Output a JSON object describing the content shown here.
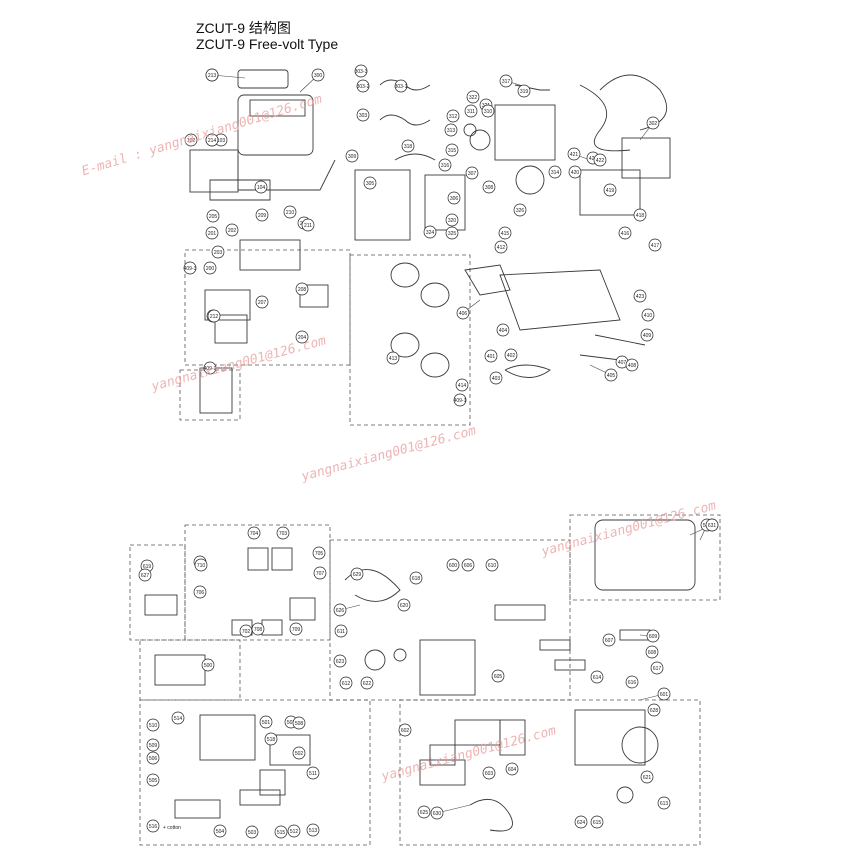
{
  "title": {
    "line1": "ZCUT-9 结构图",
    "line2": "ZCUT-9 Free-volt Type"
  },
  "watermarks": [
    "E-mail : yangnaixiang001@126.com",
    "yangnaixiang001@126.com",
    "yangnaixiang001@126.com",
    "yangnaixiang001@126.com",
    "yangnaixiang001@126.com"
  ],
  "colors": {
    "line": "#3a3a3a",
    "callout": "#222222",
    "watermark": "#e89b9b",
    "paper": "#ffffff"
  },
  "upper_callouts": [
    "100",
    "101",
    "102",
    "103",
    "104",
    "300",
    "303-3",
    "303-2",
    "303-1",
    "303",
    "317",
    "319",
    "322",
    "321",
    "311",
    "310",
    "312",
    "313",
    "315",
    "316",
    "318",
    "309",
    "305",
    "306",
    "308",
    "307",
    "320",
    "324",
    "325",
    "326",
    "314",
    "302",
    "421",
    "424",
    "420",
    "422",
    "419",
    "418",
    "423",
    "417",
    "416",
    "415",
    "412",
    "406",
    "404",
    "401",
    "402",
    "403",
    "405",
    "407",
    "408",
    "409",
    "410",
    "411",
    "413",
    "414",
    "409-1",
    "409-2",
    "409-3",
    "200",
    "201",
    "202",
    "203",
    "204",
    "205",
    "206",
    "207",
    "208",
    "209",
    "210",
    "211",
    "212",
    "213",
    "214"
  ],
  "lower_callouts": [
    "700",
    "701",
    "702",
    "703",
    "704",
    "705",
    "706",
    "707",
    "708",
    "709",
    "710",
    "619",
    "627",
    "617",
    "500",
    "501",
    "502",
    "503",
    "504",
    "505",
    "506",
    "507",
    "508",
    "509",
    "510",
    "511",
    "512",
    "513",
    "514",
    "515",
    "516",
    "518",
    "519",
    "600",
    "601",
    "602",
    "603",
    "604",
    "605",
    "606",
    "607",
    "608",
    "609",
    "610",
    "611",
    "612",
    "613",
    "614",
    "615",
    "616",
    "618",
    "620",
    "621",
    "622",
    "623",
    "624",
    "625",
    "626",
    "628",
    "629",
    "630",
    "631"
  ],
  "small_note": "+ cotton"
}
